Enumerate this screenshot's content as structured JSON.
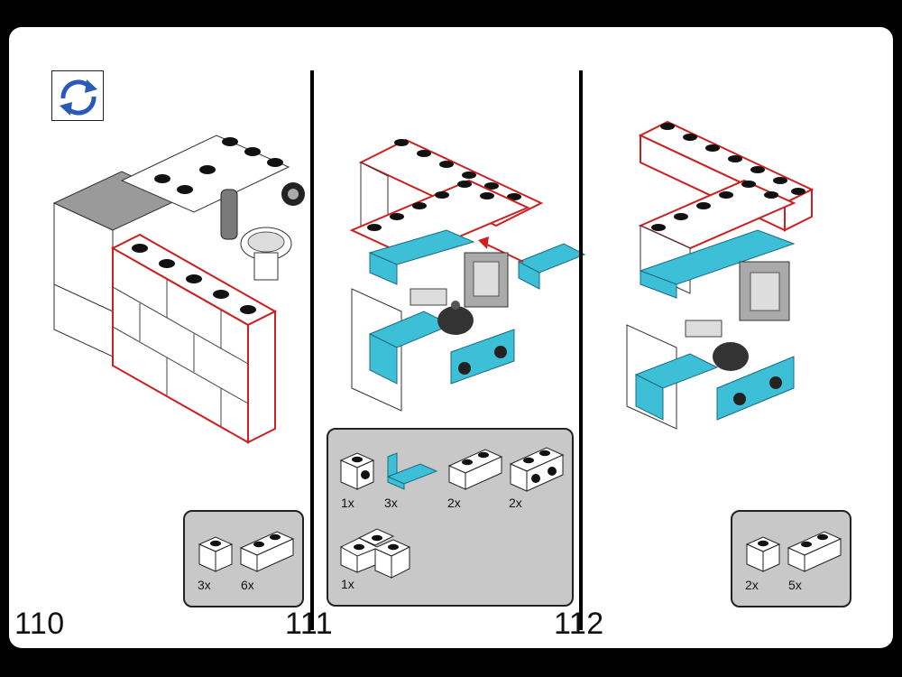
{
  "steps": [
    {
      "number": "110",
      "parts": [
        {
          "qty": "3x",
          "icon": "white-1x1-brick-icon"
        },
        {
          "qty": "6x",
          "icon": "white-1x2-brick-icon"
        }
      ]
    },
    {
      "number": "111",
      "parts": [
        {
          "qty": "1x",
          "icon": "white-1x1-headlight-brick-icon"
        },
        {
          "qty": "3x",
          "icon": "azure-1x2-bracket-icon"
        },
        {
          "qty": "2x",
          "icon": "white-1x2-brick-icon"
        },
        {
          "qty": "2x",
          "icon": "white-1x2-brick-studs-side-icon"
        },
        {
          "qty": "1x",
          "icon": "white-corner-brick-icon"
        }
      ]
    },
    {
      "number": "112",
      "parts": [
        {
          "qty": "2x",
          "icon": "white-1x1-brick-icon"
        },
        {
          "qty": "5x",
          "icon": "white-1x2-brick-icon"
        }
      ]
    }
  ],
  "colors": {
    "page": "#ffffff",
    "frame": "#000000",
    "parts_bg": "#c8c8c8",
    "highlight": "#cc1f1f",
    "azure": "#3dbfd8",
    "rotate_arrow": "#2a5ab8"
  },
  "icons": {
    "rotate": "rotate-model-icon"
  }
}
